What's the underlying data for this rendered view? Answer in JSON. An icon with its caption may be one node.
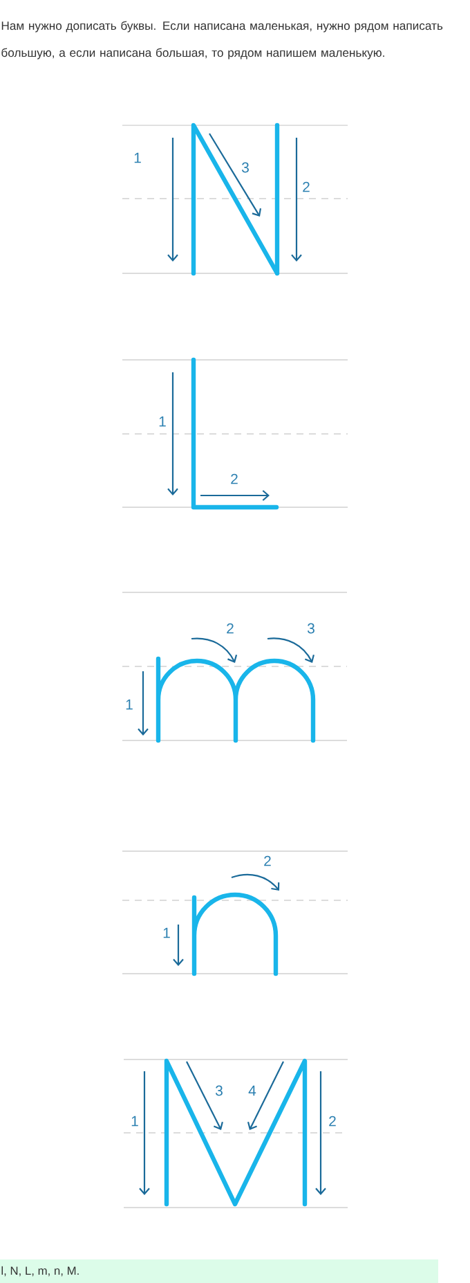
{
  "diagram": {
    "labels": [
      "Нам нужно дописать буквы. Если написана маленькая, нужно рядом написать большую, а если написана большая, то рядом напишем маленькую.",
      "1",
      "2",
      "3",
      "1",
      "2",
      "1",
      "2",
      "3",
      "1",
      "2",
      "1",
      "2",
      "3",
      "4",
      "l, N, L, m, n, M."
    ]
  }
}
